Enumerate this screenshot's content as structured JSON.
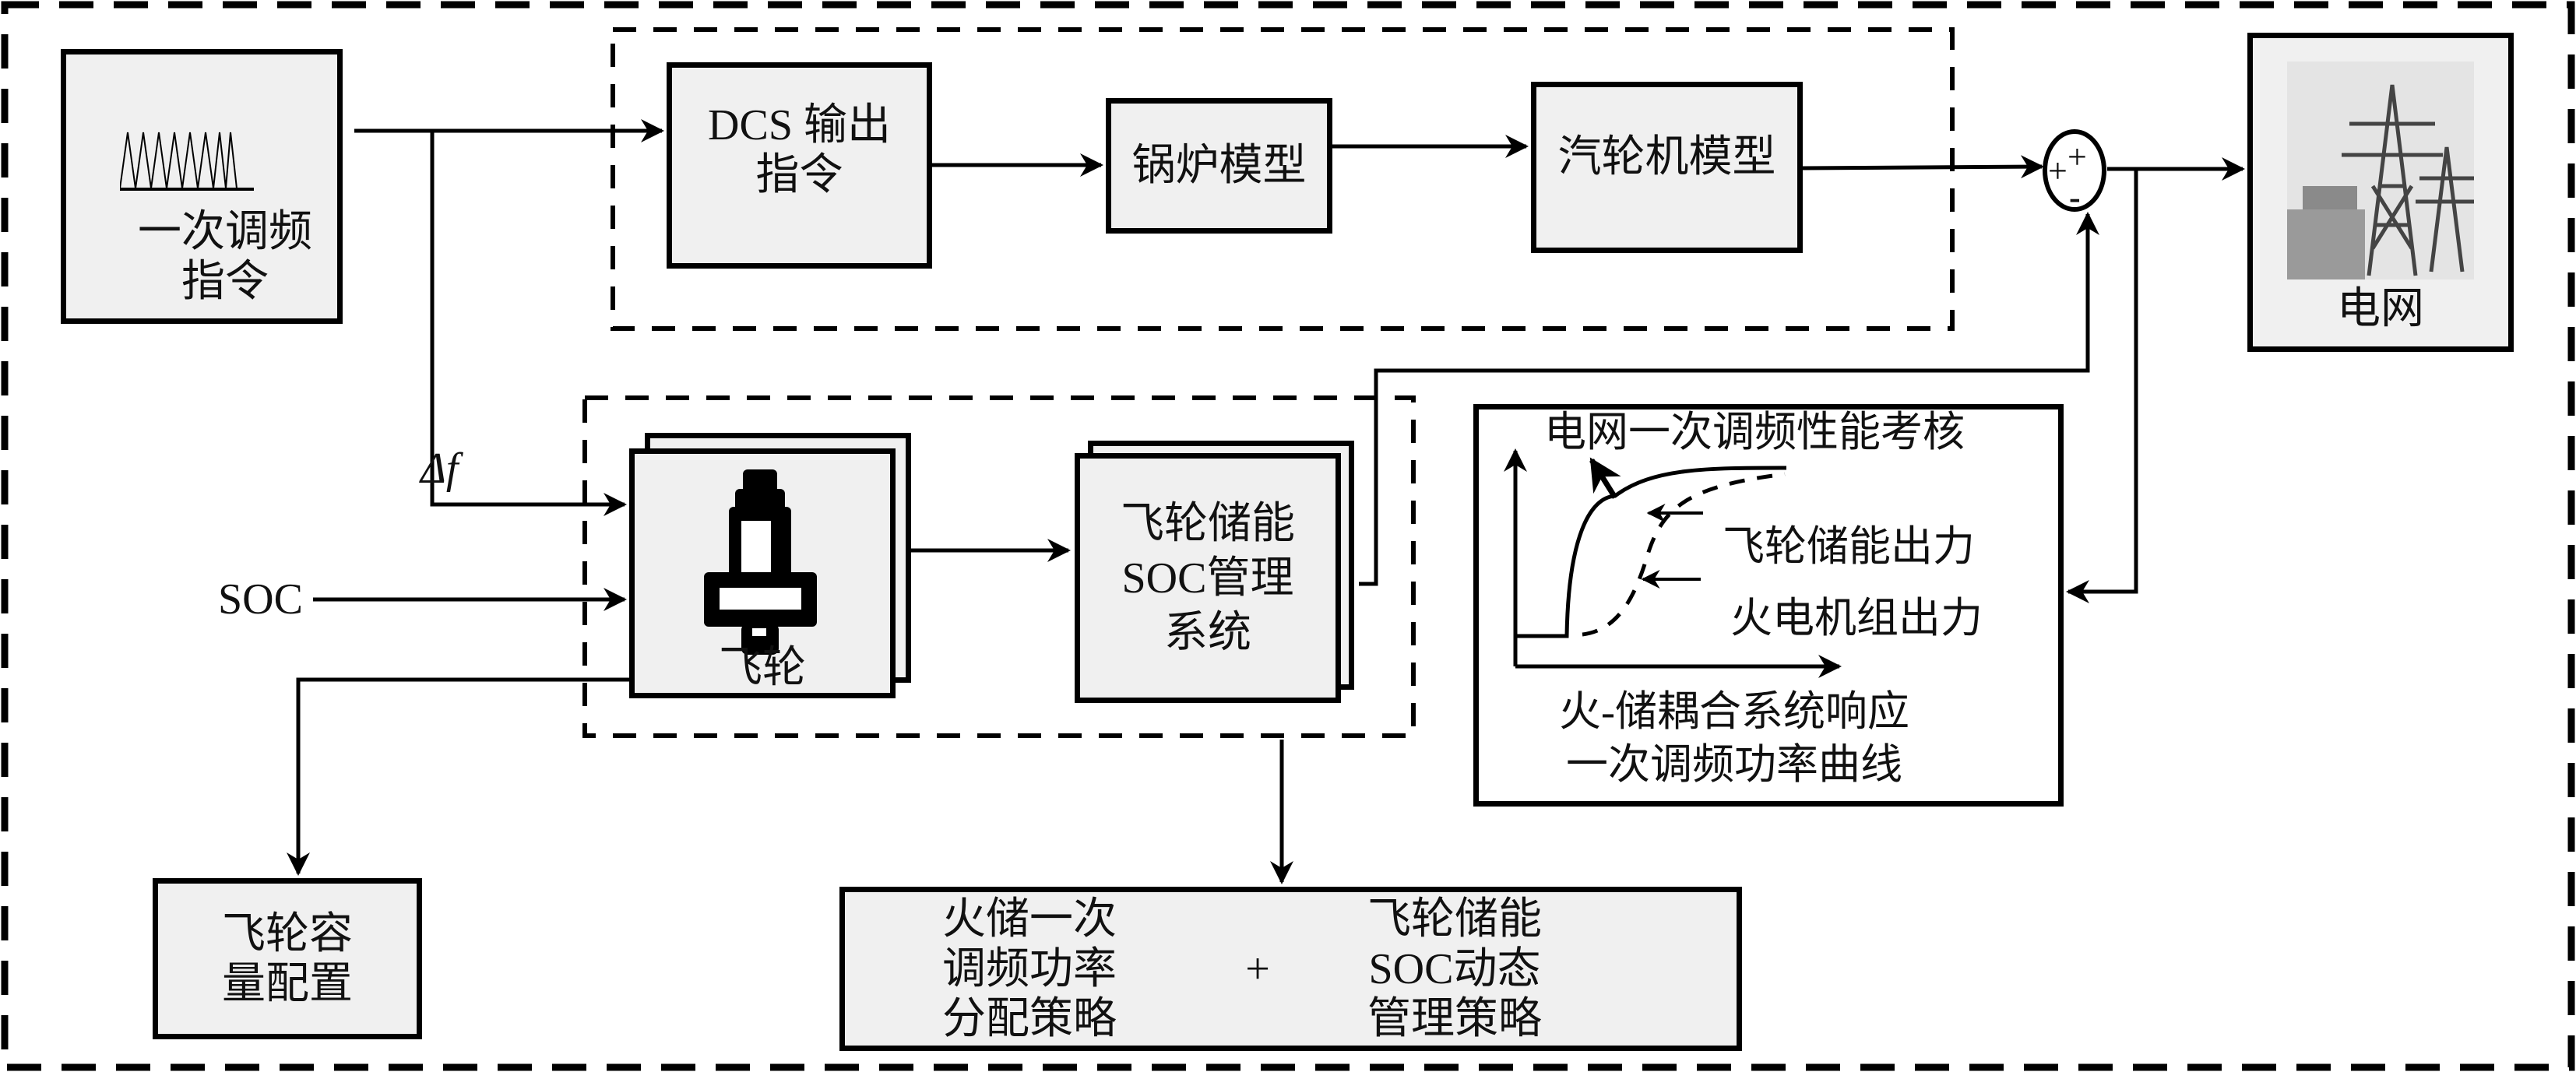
{
  "freq_command": {
    "label": "一次调频\n指令",
    "icon": "triangle-wave-icon"
  },
  "plant_group": {
    "dcs": {
      "label": "DCS 输出\n指令"
    },
    "boiler": {
      "label": "锅炉模型"
    },
    "turbine": {
      "label": "汽轮机模型"
    }
  },
  "summing_junction": {
    "signs": [
      "+",
      "+",
      "-"
    ]
  },
  "grid": {
    "label": "电网",
    "icon": "transmission-tower-icon"
  },
  "storage_group": {
    "delta_f_label": "Δf",
    "soc_label": "SOC",
    "flywheel": {
      "label": "飞轮",
      "icon": "flywheel-icon"
    },
    "soc_mgmt": {
      "label": "飞轮储能\nSOC管理\n系统"
    }
  },
  "response_panel": {
    "title": "电网一次调频性能考核",
    "legend_flywheel": "飞轮储能出力",
    "legend_thermal": "火电机组出力",
    "caption": "火-储耦合系统响应\n一次调频功率曲线"
  },
  "capacity_box": {
    "label": "飞轮容\n量配置"
  },
  "strategy_box": {
    "left": "火储一次\n调频功率\n分配策略",
    "plus": "+",
    "right": "飞轮储能\nSOC动态\n管理策略"
  }
}
